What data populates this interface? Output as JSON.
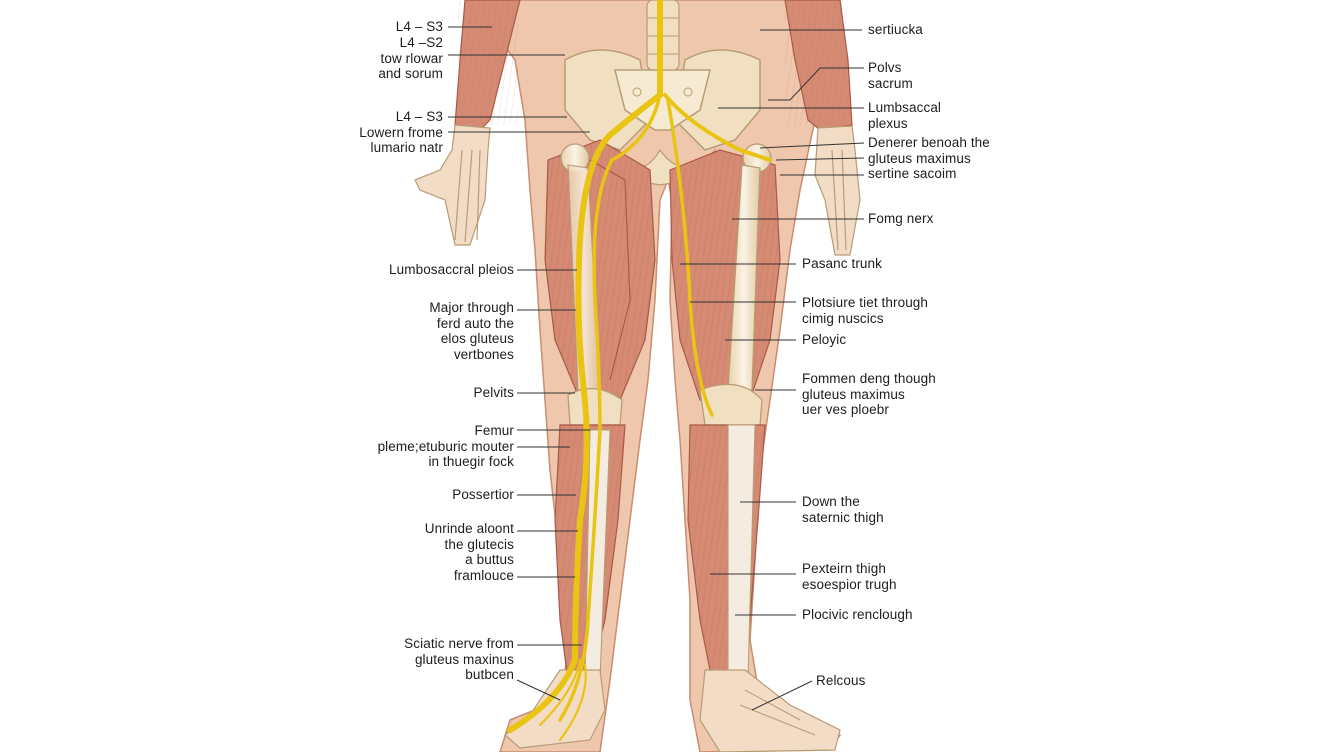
{
  "diagram": {
    "left_labels": [
      [
        "L4 – S3"
      ],
      [
        "L4 –S2",
        "tow rlowar",
        "and sorum"
      ],
      [
        "L4 – S3",
        "Lowern frome",
        "lumario natr"
      ],
      [
        "Lumbosaccral pleios"
      ],
      [
        "Major through",
        "ferd auto the",
        "elos gluteus",
        "vertbones"
      ],
      [
        "Pelvits"
      ],
      [
        "Femur",
        "pleme;etuburic mouter",
        "in thuegir fock"
      ],
      [
        "Possertior"
      ],
      [
        "Unrinde aloont",
        "the glutecis",
        "a buttus",
        "framlouce"
      ],
      [
        "Sciatic nerve from",
        "gluteus maxinus",
        "butbcen"
      ]
    ],
    "right_labels": [
      [
        "sertiucka"
      ],
      [
        "Polvs",
        "sacrum"
      ],
      [
        "Lumbsaccal",
        "plexus"
      ],
      [
        "Denerer benoah the",
        "gluteus maximus",
        "sertine sacoim"
      ],
      [
        "Fomg nerx"
      ],
      [
        "Pasanc trunk"
      ],
      [
        "Plotsiure tiet through",
        "cimig nuscics"
      ],
      [
        "Peloyic"
      ],
      [
        "Fommen deng though",
        "gluteus maximus",
        "uer ves ploebr"
      ],
      [
        "Down the",
        "saternic thigh"
      ],
      [
        "Pexteirn thigh",
        "esoespior trugh"
      ],
      [
        "Plocivic renclough"
      ],
      [
        "Relcous"
      ]
    ]
  },
  "colors": {
    "skin": "#efc7ad",
    "muscle": "#d58a74",
    "muscle_dark": "#b8604f",
    "bone": "#f0dfc0",
    "bone_edge": "#b89c74",
    "nerve": "#f2d21a",
    "leader": "#333333"
  }
}
